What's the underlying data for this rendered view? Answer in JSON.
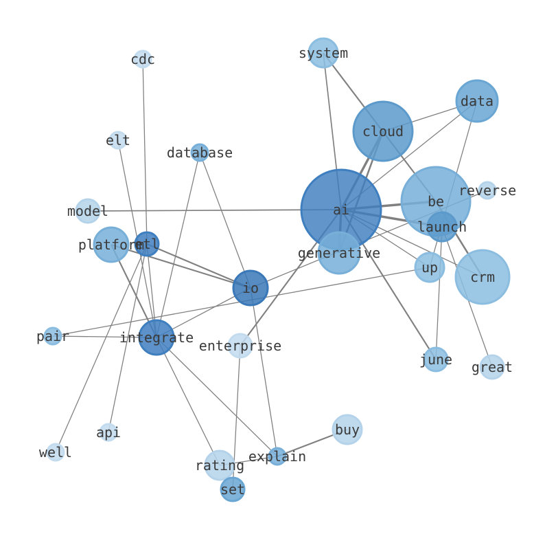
{
  "diagram": {
    "type": "network",
    "edge_color": "#808080",
    "nodes": [
      {
        "id": "ai",
        "label": "ai",
        "color": "#3f7fbf",
        "opacity": 0.82
      },
      {
        "id": "cloud",
        "label": "cloud",
        "color": "#5c9acb",
        "opacity": 0.85
      },
      {
        "id": "be",
        "label": "be",
        "color": "#77afd8",
        "opacity": 0.85
      },
      {
        "id": "crm",
        "label": "crm",
        "color": "#8bbde0",
        "opacity": 0.85
      },
      {
        "id": "data",
        "label": "data",
        "color": "#6aa6d3",
        "opacity": 0.85
      },
      {
        "id": "system",
        "label": "system",
        "color": "#8bbde0",
        "opacity": 0.85
      },
      {
        "id": "generative",
        "label": "generative",
        "color": "#77afd8",
        "opacity": 0.85
      },
      {
        "id": "launch",
        "label": "launch",
        "color": "#5c9acb",
        "opacity": 0.85
      },
      {
        "id": "up",
        "label": "up",
        "color": "#8bbde0",
        "opacity": 0.85
      },
      {
        "id": "reverse",
        "label": "reverse",
        "color": "#b4d3ea",
        "opacity": 0.85
      },
      {
        "id": "june",
        "label": "june",
        "color": "#8bbde0",
        "opacity": 0.85
      },
      {
        "id": "great",
        "label": "great",
        "color": "#b4d3ea",
        "opacity": 0.85
      },
      {
        "id": "io",
        "label": "io",
        "color": "#3a78b8",
        "opacity": 0.85
      },
      {
        "id": "integrate",
        "label": "integrate",
        "color": "#3f7fbf",
        "opacity": 0.85
      },
      {
        "id": "etl",
        "label": "etl",
        "color": "#3f7fbf",
        "opacity": 0.85
      },
      {
        "id": "platform",
        "label": "platform",
        "color": "#77afd8",
        "opacity": 0.85
      },
      {
        "id": "model",
        "label": "model",
        "color": "#b4d3ea",
        "opacity": 0.85
      },
      {
        "id": "database",
        "label": "database",
        "color": "#77afd8",
        "opacity": 0.85
      },
      {
        "id": "elt",
        "label": "elt",
        "color": "#c2dbee",
        "opacity": 0.85
      },
      {
        "id": "cdc",
        "label": "cdc",
        "color": "#c2dbee",
        "opacity": 0.85
      },
      {
        "id": "pair",
        "label": "pair",
        "color": "#8bbde0",
        "opacity": 0.85
      },
      {
        "id": "enterprise",
        "label": "enterprise",
        "color": "#c2dbee",
        "opacity": 0.85
      },
      {
        "id": "api",
        "label": "api",
        "color": "#c2dbee",
        "opacity": 0.85
      },
      {
        "id": "well",
        "label": "well",
        "color": "#c2dbee",
        "opacity": 0.85
      },
      {
        "id": "buy",
        "label": "buy",
        "color": "#b4d3ea",
        "opacity": 0.85
      },
      {
        "id": "explain",
        "label": "explain",
        "color": "#77afd8",
        "opacity": 0.85
      },
      {
        "id": "rating",
        "label": "rating",
        "color": "#b4d3ea",
        "opacity": 0.85
      },
      {
        "id": "set",
        "label": "set",
        "color": "#6aa6d3",
        "opacity": 0.85
      }
    ],
    "edges": [
      {
        "source": "ai",
        "target": "cloud",
        "weight": 4
      },
      {
        "source": "ai",
        "target": "be",
        "weight": 4
      },
      {
        "source": "ai",
        "target": "launch",
        "weight": 4
      },
      {
        "source": "ai",
        "target": "generative",
        "weight": 4
      },
      {
        "source": "ai",
        "target": "system",
        "weight": 2
      },
      {
        "source": "ai",
        "target": "model",
        "weight": 2
      },
      {
        "source": "ai",
        "target": "crm",
        "weight": 1.5
      },
      {
        "source": "ai",
        "target": "june",
        "weight": 2.5
      },
      {
        "source": "ai",
        "target": "enterprise",
        "weight": 2.5
      },
      {
        "source": "ai",
        "target": "data",
        "weight": 1.5
      },
      {
        "source": "ai",
        "target": "up",
        "weight": 1.5
      },
      {
        "source": "cloud",
        "target": "data",
        "weight": 1.5
      },
      {
        "source": "cloud",
        "target": "generative",
        "weight": 3
      },
      {
        "source": "system",
        "target": "be",
        "weight": 2.5
      },
      {
        "source": "be",
        "target": "crm",
        "weight": 3
      },
      {
        "source": "data",
        "target": "up",
        "weight": 1.5
      },
      {
        "source": "launch",
        "target": "june",
        "weight": 1.5
      },
      {
        "source": "launch",
        "target": "great",
        "weight": 1.5
      },
      {
        "source": "reverse",
        "target": "io",
        "weight": 1.5
      },
      {
        "source": "up",
        "target": "pair",
        "weight": 1.5
      },
      {
        "source": "io",
        "target": "platform",
        "weight": 2.5
      },
      {
        "source": "io",
        "target": "etl",
        "weight": 2.5
      },
      {
        "source": "io",
        "target": "database",
        "weight": 1.5
      },
      {
        "source": "io",
        "target": "integrate",
        "weight": 1.5
      },
      {
        "source": "io",
        "target": "explain",
        "weight": 1.5
      },
      {
        "source": "integrate",
        "target": "platform",
        "weight": 2.5
      },
      {
        "source": "integrate",
        "target": "etl",
        "weight": 1.5
      },
      {
        "source": "integrate",
        "target": "elt",
        "weight": 1.5
      },
      {
        "source": "integrate",
        "target": "pair",
        "weight": 1.5
      },
      {
        "source": "integrate",
        "target": "database",
        "weight": 1.5
      },
      {
        "source": "integrate",
        "target": "rating",
        "weight": 1.5
      },
      {
        "source": "integrate",
        "target": "explain",
        "weight": 1.5
      },
      {
        "source": "etl",
        "target": "cdc",
        "weight": 1.5
      },
      {
        "source": "etl",
        "target": "api",
        "weight": 1.5
      },
      {
        "source": "etl",
        "target": "well",
        "weight": 1.5
      },
      {
        "source": "enterprise",
        "target": "set",
        "weight": 1.5
      },
      {
        "source": "buy",
        "target": "explain",
        "weight": 2.5
      },
      {
        "source": "explain",
        "target": "rating",
        "weight": 1.5
      }
    ]
  }
}
